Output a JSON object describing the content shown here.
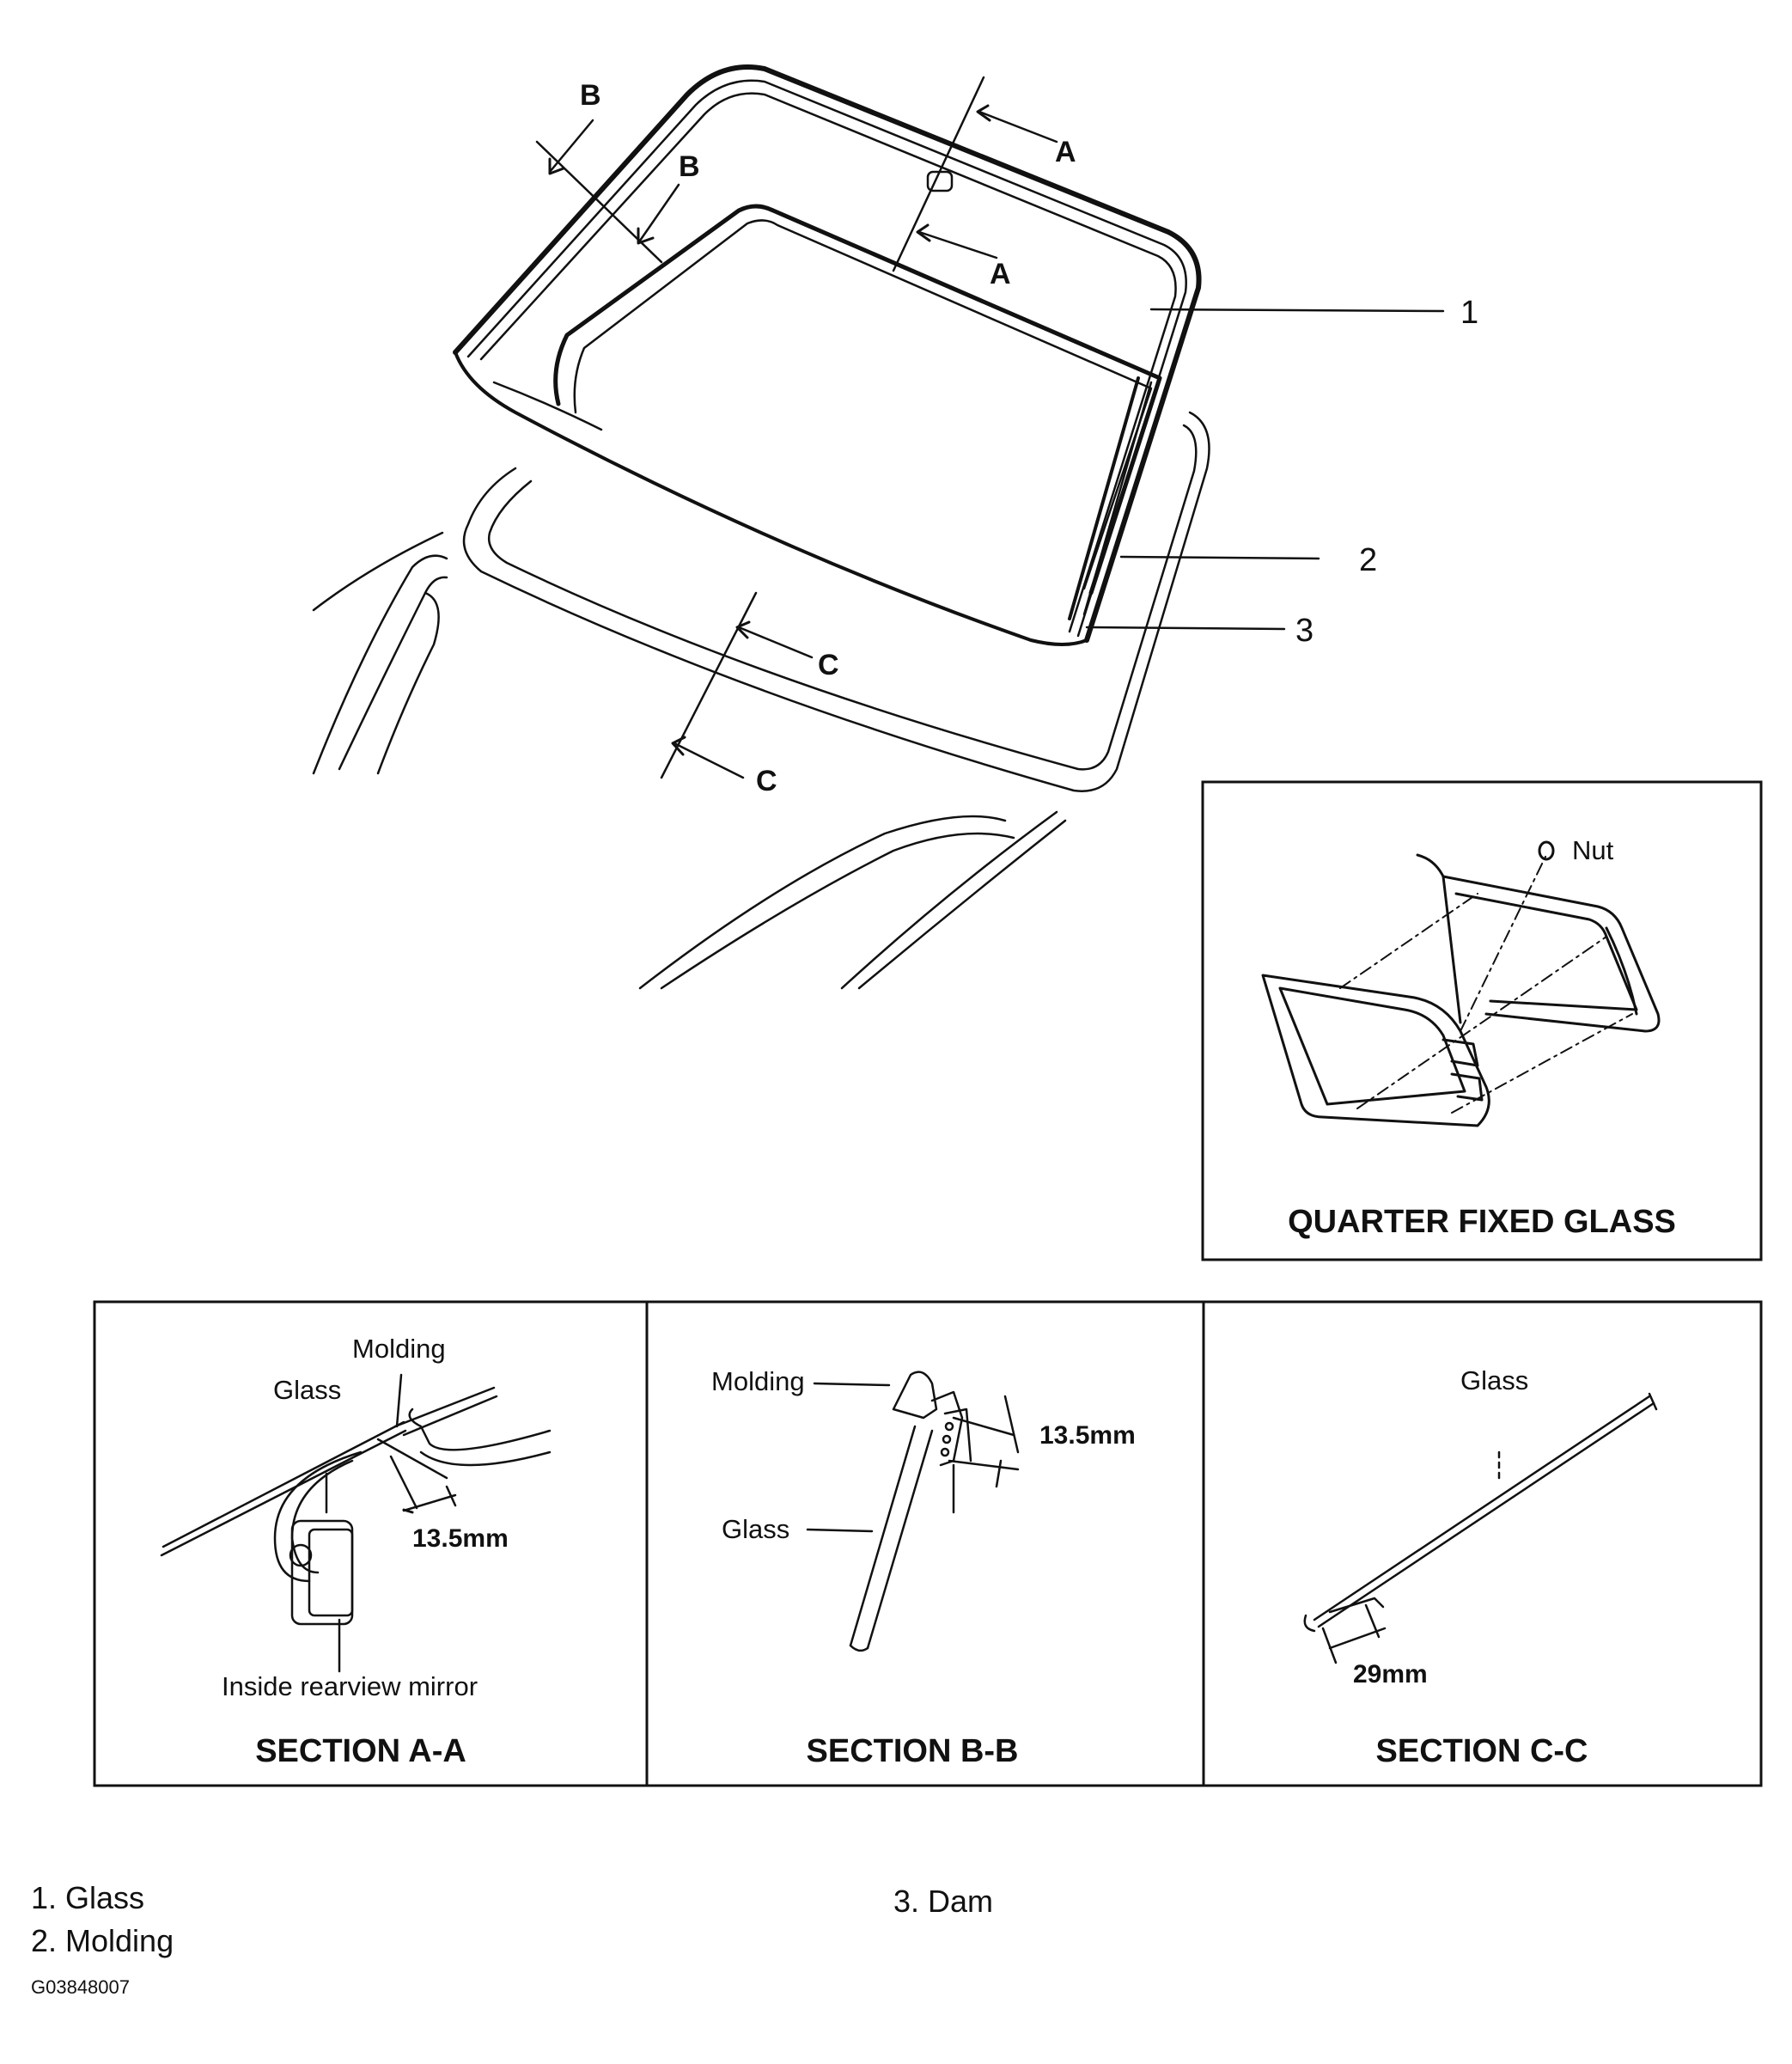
{
  "main_view": {
    "section_marks": {
      "a": "A",
      "b": "B",
      "c": "C"
    },
    "callouts": [
      "1",
      "2",
      "3"
    ]
  },
  "quarter_glass": {
    "title": "QUARTER FIXED GLASS",
    "nut_label": "Nut"
  },
  "sections": [
    {
      "title": "SECTION A-A",
      "labels": {
        "molding": "Molding",
        "glass": "Glass",
        "mirror": "Inside rearview mirror"
      },
      "dimension": "13.5mm"
    },
    {
      "title": "SECTION B-B",
      "labels": {
        "molding": "Molding",
        "glass": "Glass"
      },
      "dimension": "13.5mm"
    },
    {
      "title": "SECTION C-C",
      "labels": {
        "glass": "Glass"
      },
      "dimension": "29mm"
    }
  ],
  "legend": {
    "items": [
      "1. Glass",
      "2. Molding",
      "3. Dam"
    ],
    "figure_id": "G03848007"
  }
}
